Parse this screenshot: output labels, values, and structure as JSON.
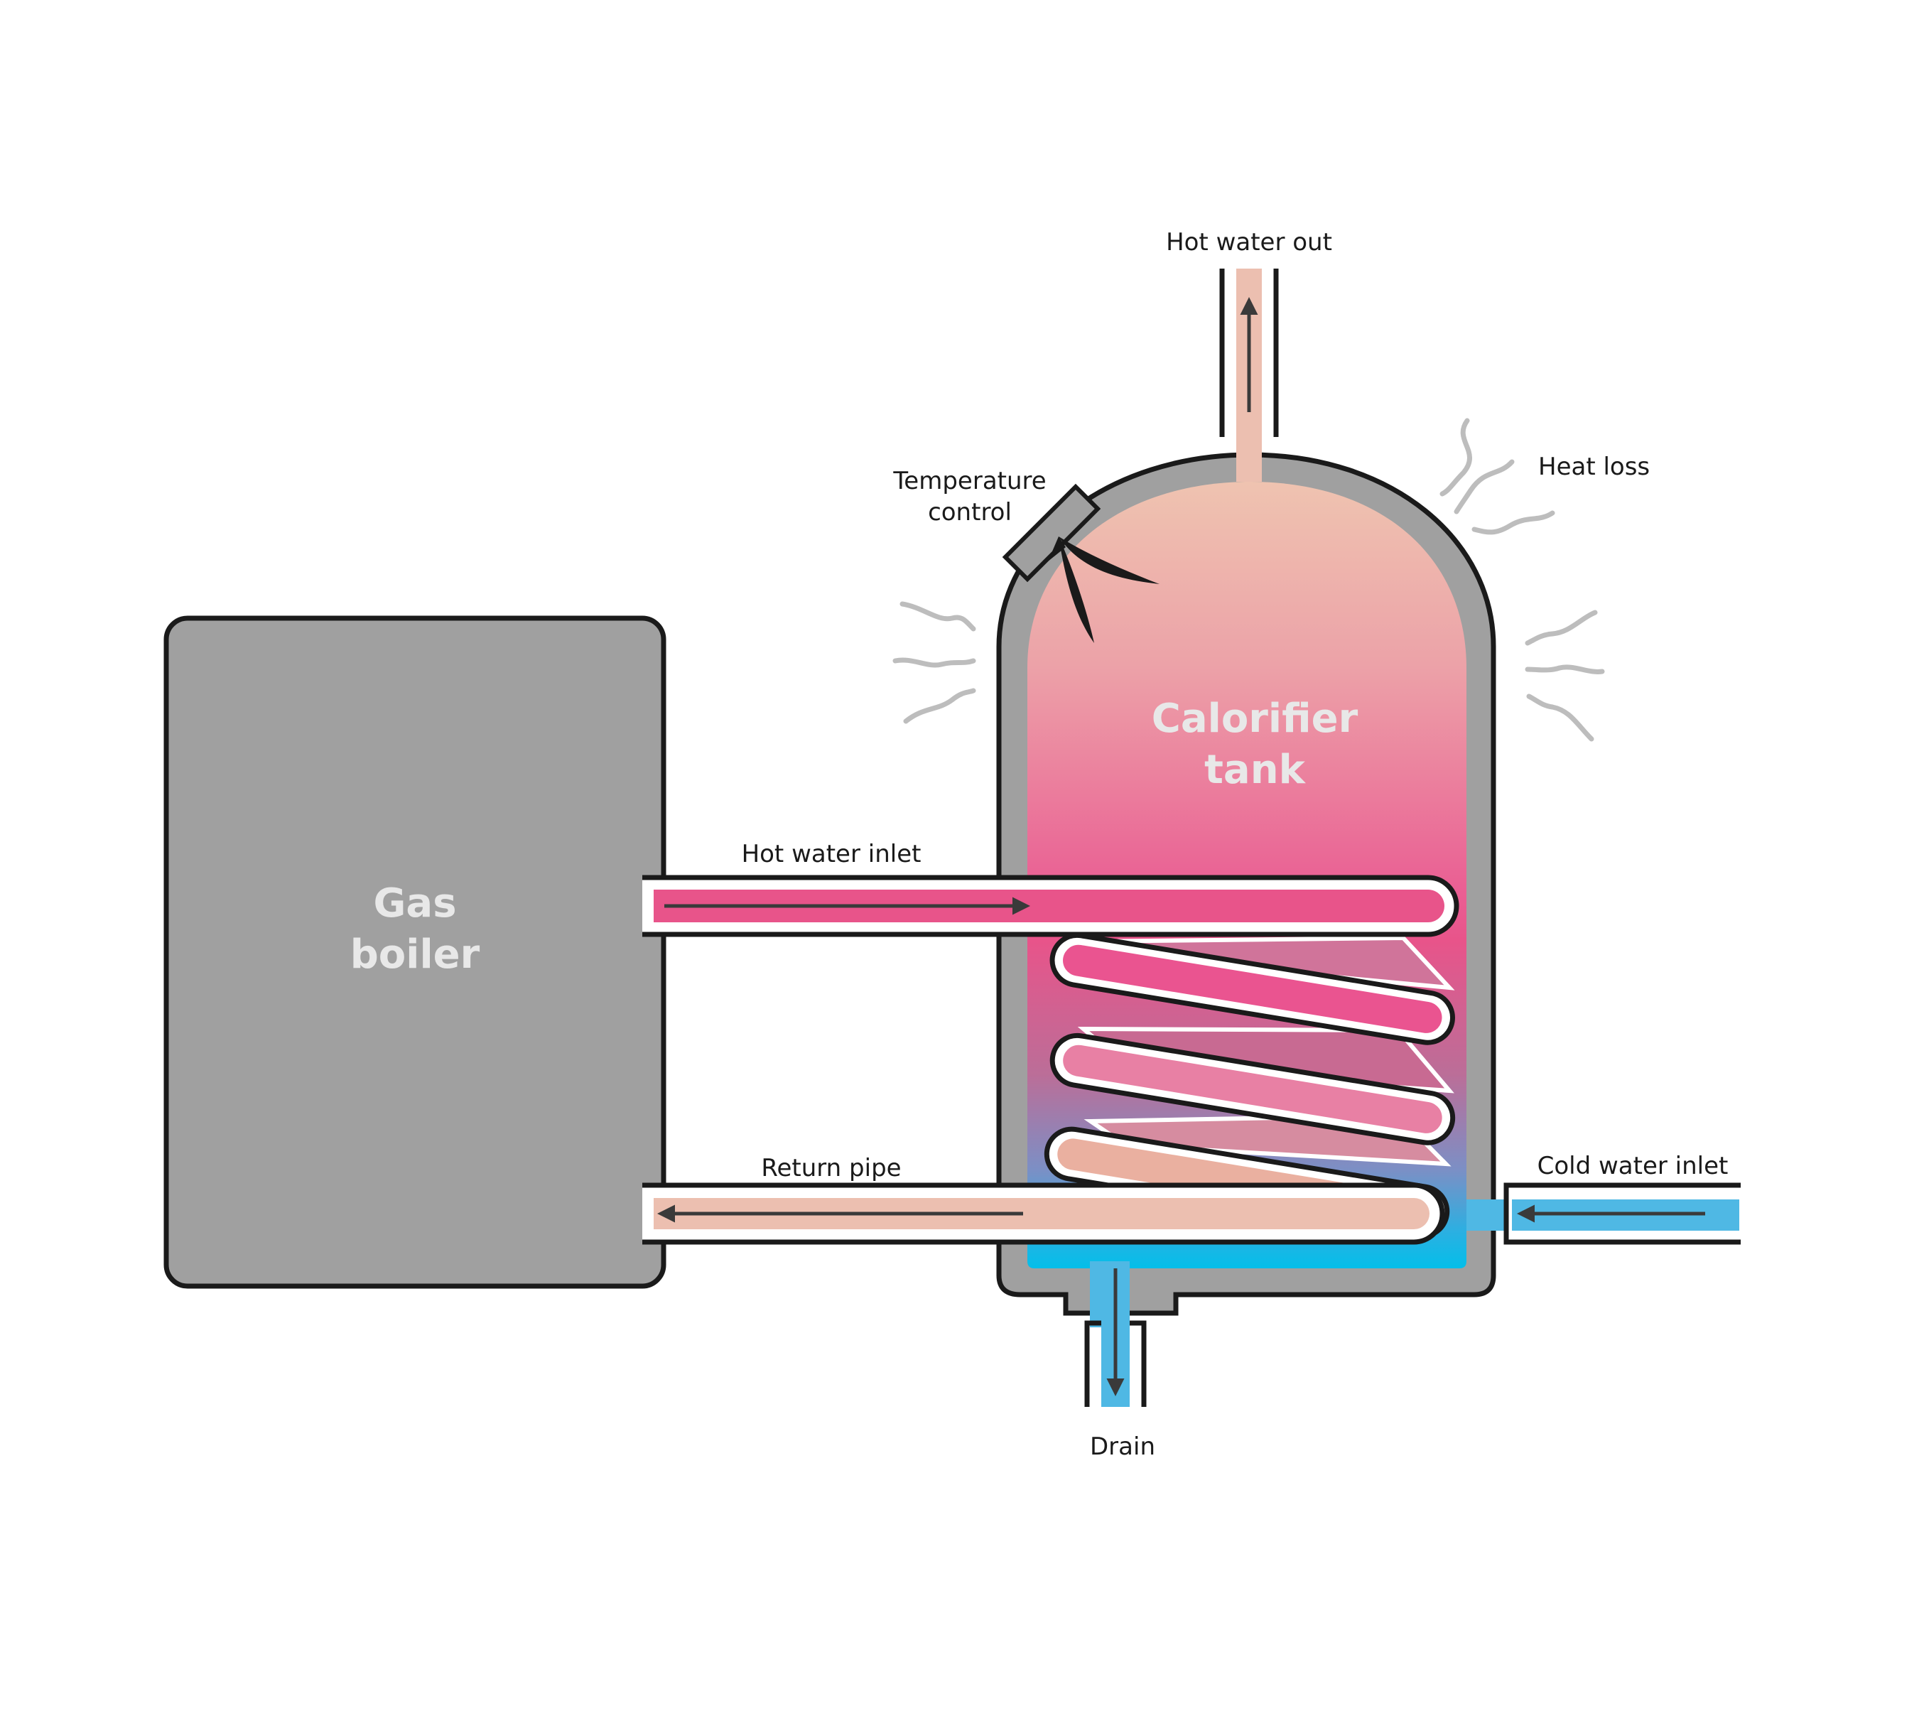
{
  "labels": {
    "gas_boiler": [
      "Gas",
      "boiler"
    ],
    "calorifier_tank": [
      "Calorifier",
      "tank"
    ],
    "hot_water_out": "Hot water out",
    "heat_loss": "Heat loss",
    "temperature_control": [
      "Temperature",
      "control"
    ],
    "hot_water_inlet": "Hot water inlet",
    "return_pipe": "Return pipe",
    "cold_water_inlet": "Cold water inlet",
    "drain": "Drain"
  },
  "colors": {
    "outline": "#1a1a1a",
    "boiler_gray": "#a0a0a0",
    "hot_pink": "#e8548a",
    "warm_peach": "#ecbfb0",
    "cold_blue": "#4fb8e4",
    "drain_blue": "#00c0ea",
    "heat_loss_gray": "#bdbdbd",
    "arrow_dark": "#3a3a3a"
  }
}
